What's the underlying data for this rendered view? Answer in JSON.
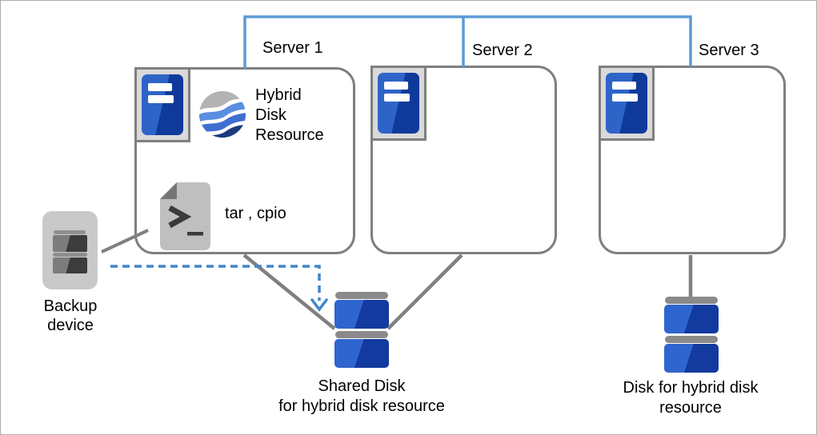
{
  "servers": [
    {
      "label": "Server 1"
    },
    {
      "label": "Server 2"
    },
    {
      "label": "Server 3"
    }
  ],
  "server1": {
    "resource_label": "Hybrid\nDisk\nResource",
    "tools_label": "tar , cpio"
  },
  "backup_device": {
    "label": "Backup\ndevice"
  },
  "shared_disk": {
    "label": "Shared Disk\nfor hybrid disk resource"
  },
  "hybrid_disk": {
    "label": "Disk for hybrid disk\nresource"
  },
  "icons": {
    "server": "server-icon",
    "hybrid_disk_resource": "globe-waves-icon",
    "script_file": "script-file-icon",
    "backup_device": "tape-drive-icon",
    "disk": "disk-stack-icon",
    "dashed_arrow": "dashed-arrow-down-icon"
  },
  "colors": {
    "network_line": "#5b9bd5",
    "dashed_arrow": "#3e86cc",
    "connection_line": "#808080",
    "box_border": "#7f7f7f",
    "server_blue_light": "#2e64c8",
    "server_blue_dark": "#0f3a9b",
    "disk_blue_light": "#2f65ce",
    "disk_blue_dark": "#133a9e",
    "device_gray": "#c9c9c9"
  }
}
